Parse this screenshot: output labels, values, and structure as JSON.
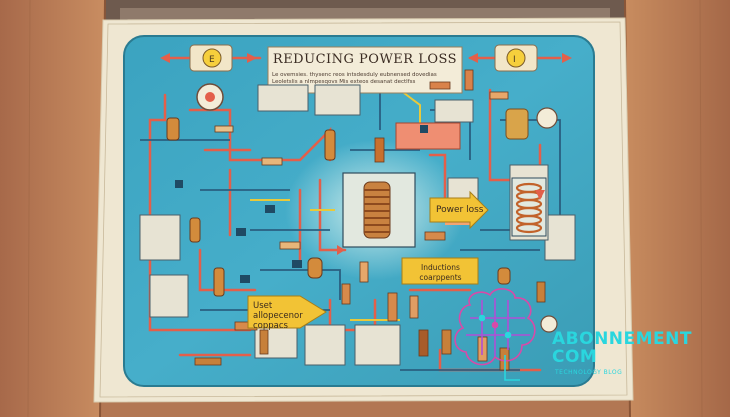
{
  "poster": {
    "title": "REDUCING POWER  LOSS",
    "subtitle": "Le ovemsies. thysenc reos intsdesduly eubnensed dovedias Leoletslis a nlmpesqovs Mis exteos desanat dectlfss"
  },
  "labels": {
    "power_loss": "Power loss",
    "inductors": "Inductions coarppents",
    "uses": "Uset allopecenor coppacs"
  },
  "watermark": {
    "line1": "ABONNEMENT",
    "line2": "COM",
    "tagline": "TECHNOLOGY BLOG"
  },
  "colors": {
    "board": "#3fa6bf",
    "cardboard": "#b98056",
    "paper": "#f1ead7",
    "accent_red": "#e2644a",
    "accent_yellow": "#f2c335",
    "watermark": "#2ad6de"
  }
}
